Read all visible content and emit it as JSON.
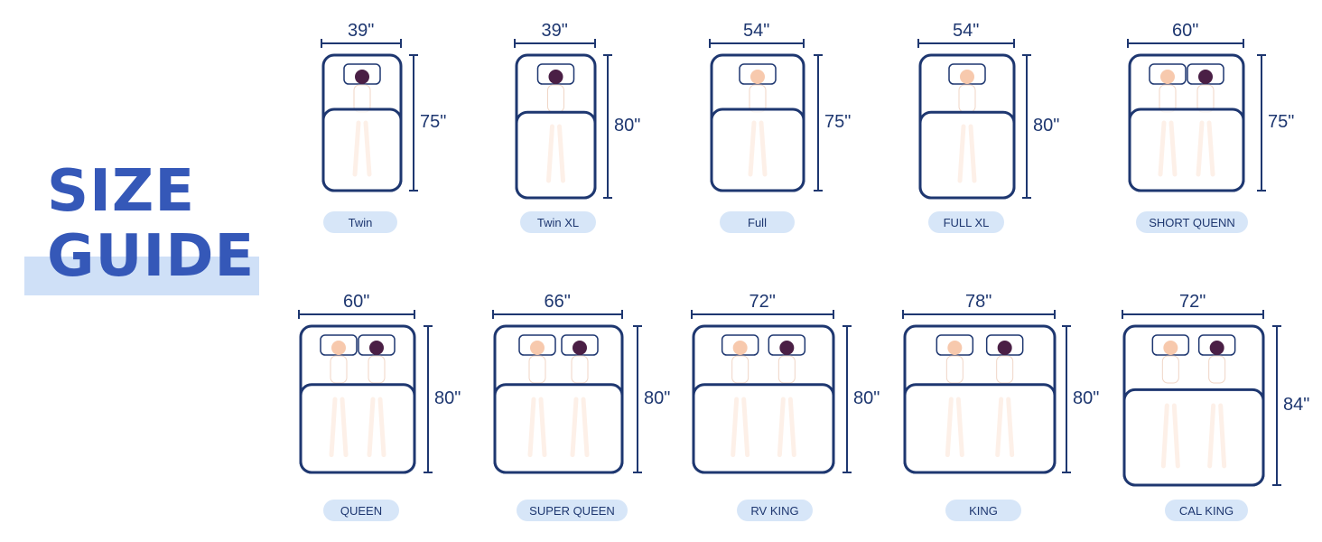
{
  "title": {
    "line1": "SIZE",
    "line2": "GUIDE"
  },
  "colors": {
    "navy": "#1e3770",
    "title_blue": "#3558b8",
    "pill": "#d7e6f8",
    "skin": "#f7c9ad",
    "hair": "#4a1f45"
  },
  "beds": [
    {
      "name": "Twin",
      "width": "39\"",
      "length": "75\"",
      "sleepers": 1
    },
    {
      "name": "Twin XL",
      "width": "39\"",
      "length": "80\"",
      "sleepers": 1
    },
    {
      "name": "Full",
      "width": "54\"",
      "length": "75\"",
      "sleepers": 1
    },
    {
      "name": "FULL XL",
      "width": "54\"",
      "length": "80\"",
      "sleepers": 1
    },
    {
      "name": "SHORT QUENN",
      "width": "60\"",
      "length": "75\"",
      "sleepers": 2
    },
    {
      "name": "QUEEN",
      "width": "60\"",
      "length": "80\"",
      "sleepers": 2
    },
    {
      "name": "SUPER QUEEN",
      "width": "66\"",
      "length": "80\"",
      "sleepers": 2
    },
    {
      "name": "RV KING",
      "width": "72\"",
      "length": "80\"",
      "sleepers": 2
    },
    {
      "name": "KING",
      "width": "78\"",
      "length": "80\"",
      "sleepers": 2
    },
    {
      "name": "CAL KING",
      "width": "72\"",
      "length": "84\"",
      "sleepers": 2
    }
  ]
}
